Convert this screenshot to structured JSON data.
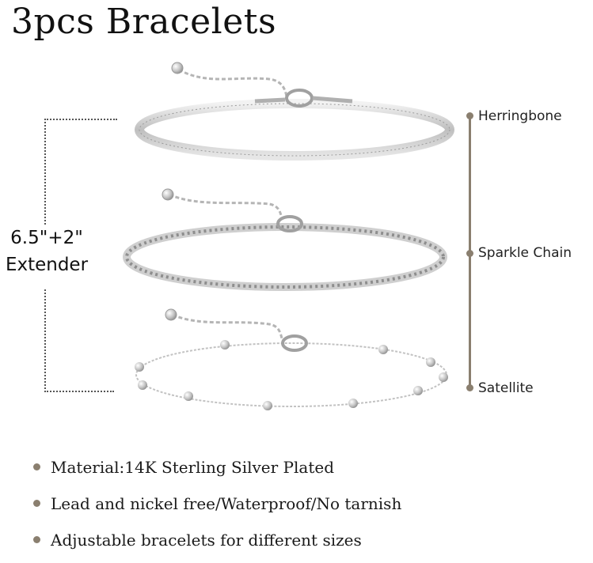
{
  "title": "3pcs Bracelets",
  "size_label": {
    "line1": "6.5\"+2\"",
    "line2": "Extender"
  },
  "bracelets": [
    {
      "label": "Herringbone"
    },
    {
      "label": "Sparkle Chain"
    },
    {
      "label": "Satellite"
    }
  ],
  "features": [
    "Material:14K Sterling Silver Plated",
    "Lead and nickel free/Waterproof/No tarnish",
    "Adjustable bracelets for different sizes"
  ],
  "colors": {
    "accent": "#8a7f6f",
    "silver": "#c9c9c9"
  }
}
